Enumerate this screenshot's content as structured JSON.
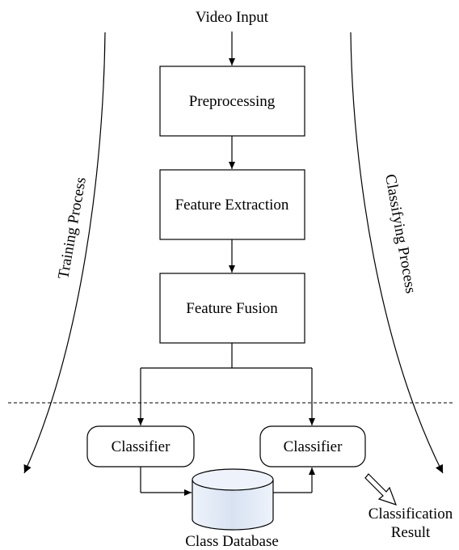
{
  "input_label": "Video Input",
  "steps": [
    "Preprocessing",
    "Feature Extraction",
    "Feature Fusion"
  ],
  "classifiers": [
    "Classifier",
    "Classifier"
  ],
  "database_label": "Class Database",
  "side_labels": {
    "left": "Training Process",
    "right": "Classifying Process"
  },
  "result_label": [
    "Classification",
    "Result"
  ],
  "colors": {
    "stroke": "#000000",
    "database_fill": "#d8e2f2"
  }
}
